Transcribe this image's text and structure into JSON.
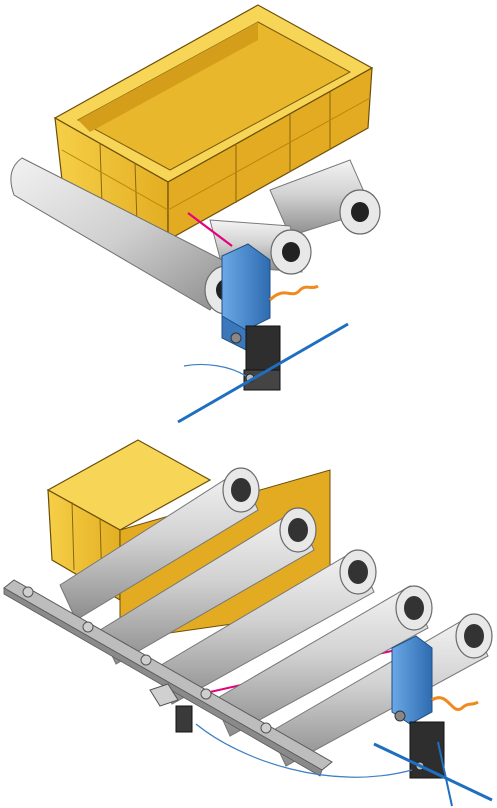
{
  "illustration": {
    "top_scene": {
      "objects": [
        "yellow-crate",
        "conveyor-roller",
        "conveyor-roller",
        "conveyor-roller",
        "photoelectric-sensor",
        "sensor-bracket",
        "reflector-beam",
        "cable"
      ]
    },
    "bottom_scene": {
      "objects": [
        "yellow-crate",
        "conveyor-roller",
        "conveyor-roller",
        "conveyor-roller",
        "conveyor-roller",
        "conveyor-roller",
        "side-frame-rail",
        "photoelectric-sensor",
        "sensor-bracket",
        "reflector-beam",
        "cable"
      ]
    },
    "colors": {
      "crate": "#f2c230",
      "crate_shadow": "#c9961a",
      "crate_outline": "#6b4e0a",
      "roller": "#cfcfcf",
      "roller_dark": "#8f8f8f",
      "sensor": "#4d8fd1",
      "sensor_dark": "#2c5e9a",
      "bracket": "#3a3a3a",
      "beam": "#e6007e",
      "rod": "#1f6fc0",
      "cable_orange": "#f08a1c",
      "cable_blue": "#3f7fc4"
    }
  }
}
